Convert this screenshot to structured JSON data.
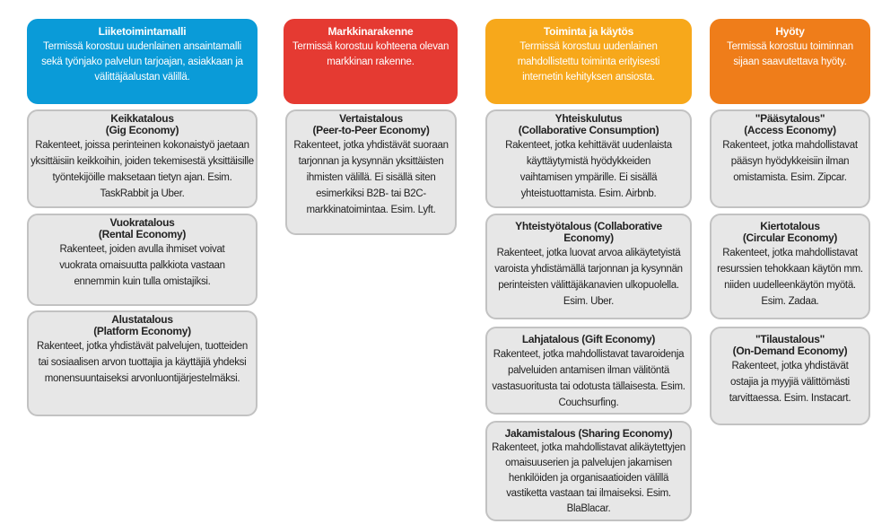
{
  "columns": [
    {
      "header": {
        "title": "Liiketoimintamalli",
        "text": "Termissä korostuu uudenlainen ansaintamalli sekä työnjako palvelun tarjoajan, asiakkaan ja välittäjäalustan välillä.",
        "color": "#0a9bd8"
      },
      "boxes": [
        {
          "title": "Keikkatalous",
          "subtitle": "(Gig Economy)",
          "text": "Rakenteet, joissa perinteinen kokonaistyö jaetaan yksittäisiin keikkoihin, joiden tekemisestä yksittäisille työntekijöille maksetaan tietyn ajan. Esim. TaskRabbit ja Uber."
        },
        {
          "title": "Vuokratalous",
          "subtitle": "(Rental Economy)",
          "text": "Rakenteet, joiden avulla ihmiset voivat vuokrata omaisuutta palkkiota vastaan ennemmin kuin tulla omistajiksi."
        },
        {
          "title": "Alustatalous",
          "subtitle": "(Platform Economy)",
          "text": "Rakenteet, jotka yhdistävät palvelujen, tuotteiden tai sosiaalisen arvon tuottajia ja käyttäjiä yhdeksi monensuuntaiseksi arvonluontijärjestelmäksi."
        }
      ]
    },
    {
      "header": {
        "title": "Markkinarakenne",
        "text": "Termissä korostuu kohteena olevan markkinan rakenne.",
        "color": "#e53a32"
      },
      "boxes": [
        {
          "title": "Vertaistalous",
          "subtitle": "(Peer-to-Peer Economy)",
          "text": "Rakenteet, jotka yhdistävät suoraan tarjonnan ja kysynnän yksittäisten ihmisten välillä. Ei sisällä siten esimerkiksi B2B- tai B2C-markkinatoimintaa. Esim. Lyft."
        }
      ]
    },
    {
      "header": {
        "title": "Toiminta ja käytös",
        "text": "Termissä korostuu uudenlainen mahdollistettu toiminta erityisesti internetin kehityksen ansiosta.",
        "color": "#f7a81b"
      },
      "boxes": [
        {
          "title": "Yhteiskulutus",
          "subtitle": "(Collaborative Consumption)",
          "text": "Rakenteet, jotka kehittävät uudenlaista käyttäytymistä hyödykkeiden vaihtamisen ympärille. Ei sisällä yhteistuottamista. Esim. Airbnb."
        },
        {
          "title": "Yhteistyötalous (Collaborative Economy)",
          "subtitle": "",
          "text": "Rakenteet, jotka luovat arvoa alikäytetyistä varoista yhdistämällä tarjonnan ja kysynnän perinteisten välittäjäkanavien ulkopuolella. Esim. Uber."
        },
        {
          "title": "Lahjatalous (Gift Economy)",
          "subtitle": "",
          "text": "Rakenteet, jotka mahdollistavat tavaroidenja palveluiden antamisen ilman välitöntä vastasuoritusta tai odotusta tällaisesta. Esim. Couchsurfing."
        },
        {
          "title": "Jakamistalous (Sharing Economy)",
          "subtitle": "",
          "text": "Rakenteet, jotka mahdollistavat alikäytettyjen omaisuuserien ja palvelujen jakamisen henkilöiden ja organisaatioiden välillä vastiketta vastaan tai ilmaiseksi. Esim. BlaBlacar."
        }
      ]
    },
    {
      "header": {
        "title": "Hyöty",
        "text": "Termissä korostuu toiminnan sijaan saavutettava hyöty.",
        "color": "#ef7d1a"
      },
      "boxes": [
        {
          "title": "\"Pääsytalous\"",
          "subtitle": "(Access Economy)",
          "text": "Rakenteet, jotka mahdollistavat pääsyn hyödykkeisiin ilman omistamista. Esim. Zipcar."
        },
        {
          "title": "Kiertotalous",
          "subtitle": "(Circular Economy)",
          "text": "Rakenteet, jotka mahdollistavat resurssien tehokkaan käytön mm. niiden uudelleenkäytön myötä. Esim. Zadaa."
        },
        {
          "title": "\"Tilaustalous\"",
          "subtitle": "(On-Demand Economy)",
          "text": "Rakenteet, jotka yhdistävät ostajia ja myyjiä välittömästi tarvittaessa. Esim. Instacart."
        }
      ]
    }
  ]
}
